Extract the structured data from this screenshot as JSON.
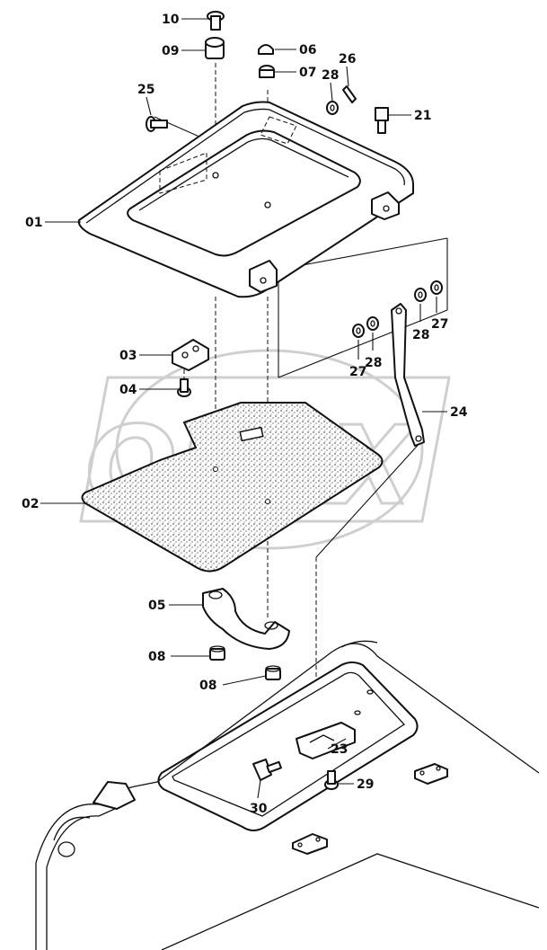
{
  "watermark": "OPEX",
  "callouts": [
    {
      "id": "c10",
      "text": "10"
    },
    {
      "id": "c09",
      "text": "09"
    },
    {
      "id": "c06",
      "text": "06"
    },
    {
      "id": "c07",
      "text": "07"
    },
    {
      "id": "c28a",
      "text": "28"
    },
    {
      "id": "c26",
      "text": "26"
    },
    {
      "id": "c25",
      "text": "25"
    },
    {
      "id": "c21",
      "text": "21"
    },
    {
      "id": "c01",
      "text": "01"
    },
    {
      "id": "c03",
      "text": "03"
    },
    {
      "id": "c04",
      "text": "04"
    },
    {
      "id": "c27a",
      "text": "27"
    },
    {
      "id": "c28b",
      "text": "28"
    },
    {
      "id": "c28c",
      "text": "28"
    },
    {
      "id": "c27b",
      "text": "27"
    },
    {
      "id": "c24",
      "text": "24"
    },
    {
      "id": "c02",
      "text": "02"
    },
    {
      "id": "c05",
      "text": "05"
    },
    {
      "id": "c08a",
      "text": "08"
    },
    {
      "id": "c08b",
      "text": "08"
    },
    {
      "id": "c23",
      "text": "23"
    },
    {
      "id": "c29",
      "text": "29"
    },
    {
      "id": "c30",
      "text": "30"
    }
  ]
}
